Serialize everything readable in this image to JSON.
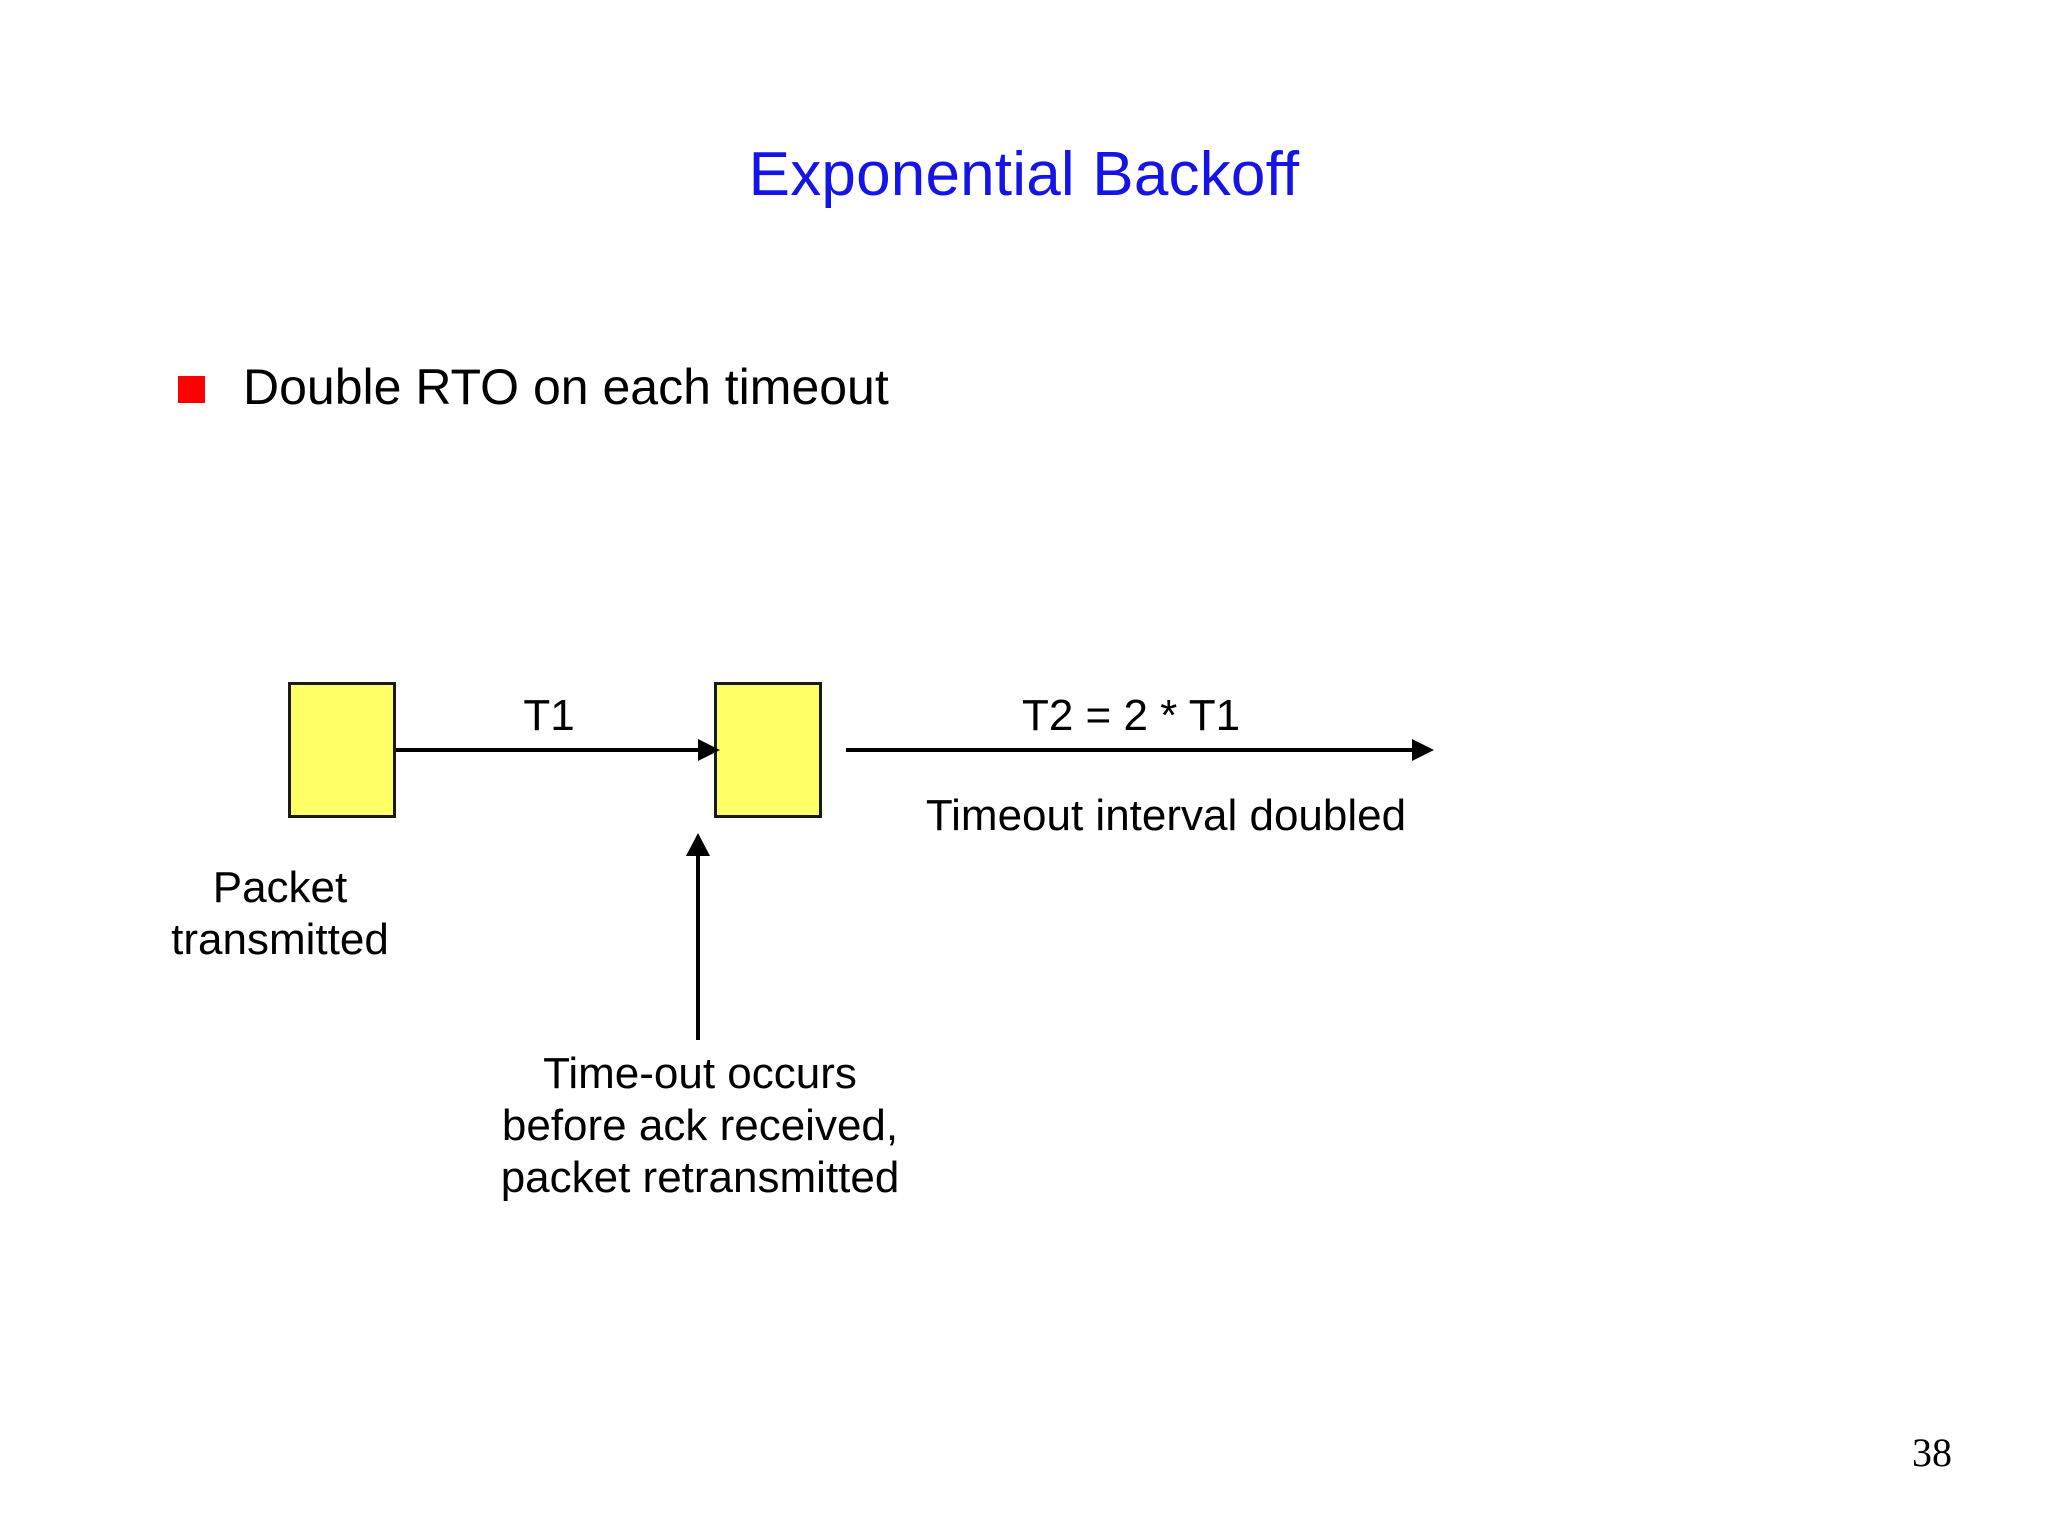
{
  "slide": {
    "title": "Exponential Backoff",
    "title_color": "#1414e6",
    "background_color": "#ffffff",
    "page_number": "38"
  },
  "bullets": [
    {
      "marker": "red-square-bullet",
      "marker_color": "#ff0000",
      "text": "Double RTO on each timeout"
    }
  ],
  "diagram": {
    "box_fill_color": "#ffff66",
    "box_border_color": "#1a1a1a",
    "boxes": [
      {
        "name": "packet-box-first-transmission"
      },
      {
        "name": "packet-box-retransmission"
      }
    ],
    "interval_first_label": "T1",
    "interval_second_label": "T2 = 2 * T1",
    "interval_second_caption": "Timeout interval doubled",
    "packet_label_line1": "Packet",
    "packet_label_line2": "transmitted",
    "timeout_note_line1": "Time-out occurs",
    "timeout_note_line2": "before ack received,",
    "timeout_note_line3": "packet retransmitted"
  }
}
